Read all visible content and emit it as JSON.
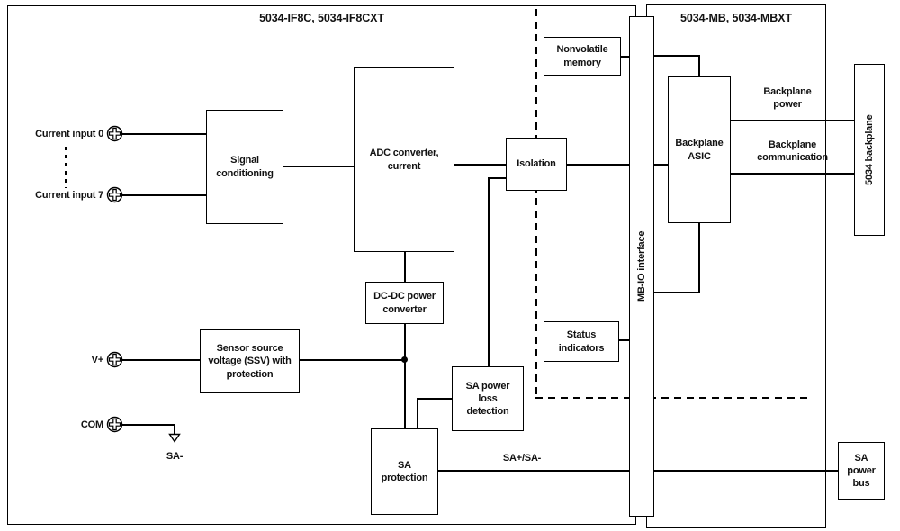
{
  "titles": {
    "left_module": "5034-IF8C, 5034-IF8CXT",
    "right_module": "5034-MB, 5034-MBXT"
  },
  "blocks": {
    "signal_conditioning": "Signal\nconditioning",
    "adc_converter": "ADC converter,\ncurrent",
    "isolation": "Isolation",
    "nonvolatile_memory": "Nonvolatile\nmemory",
    "dcdc_converter": "DC-DC power\nconverter",
    "ssv": "Sensor source\nvoltage (SSV) with\nprotection",
    "sa_power_loss": "SA power\nloss\ndetection",
    "sa_protection": "SA\nprotection",
    "status_indicators": "Status\nindicators",
    "mbio_interface": "MB-IO interface",
    "backplane_asic": "Backplane\nASIC",
    "backplane_5034": "5034 backplane",
    "sa_power_bus": "SA\npower\nbus"
  },
  "terminals": {
    "current_input_0": "Current input 0",
    "current_input_7": "Current input 7",
    "v_plus": "V+",
    "com": "COM",
    "sa_minus": "SA-"
  },
  "wire_labels": {
    "backplane_power": "Backplane\npower",
    "backplane_communication": "Backplane\ncommunication",
    "sa_bus": "SA+/SA-"
  },
  "colors": {
    "line": "#000000",
    "background": "#ffffff",
    "text": "#111111"
  }
}
